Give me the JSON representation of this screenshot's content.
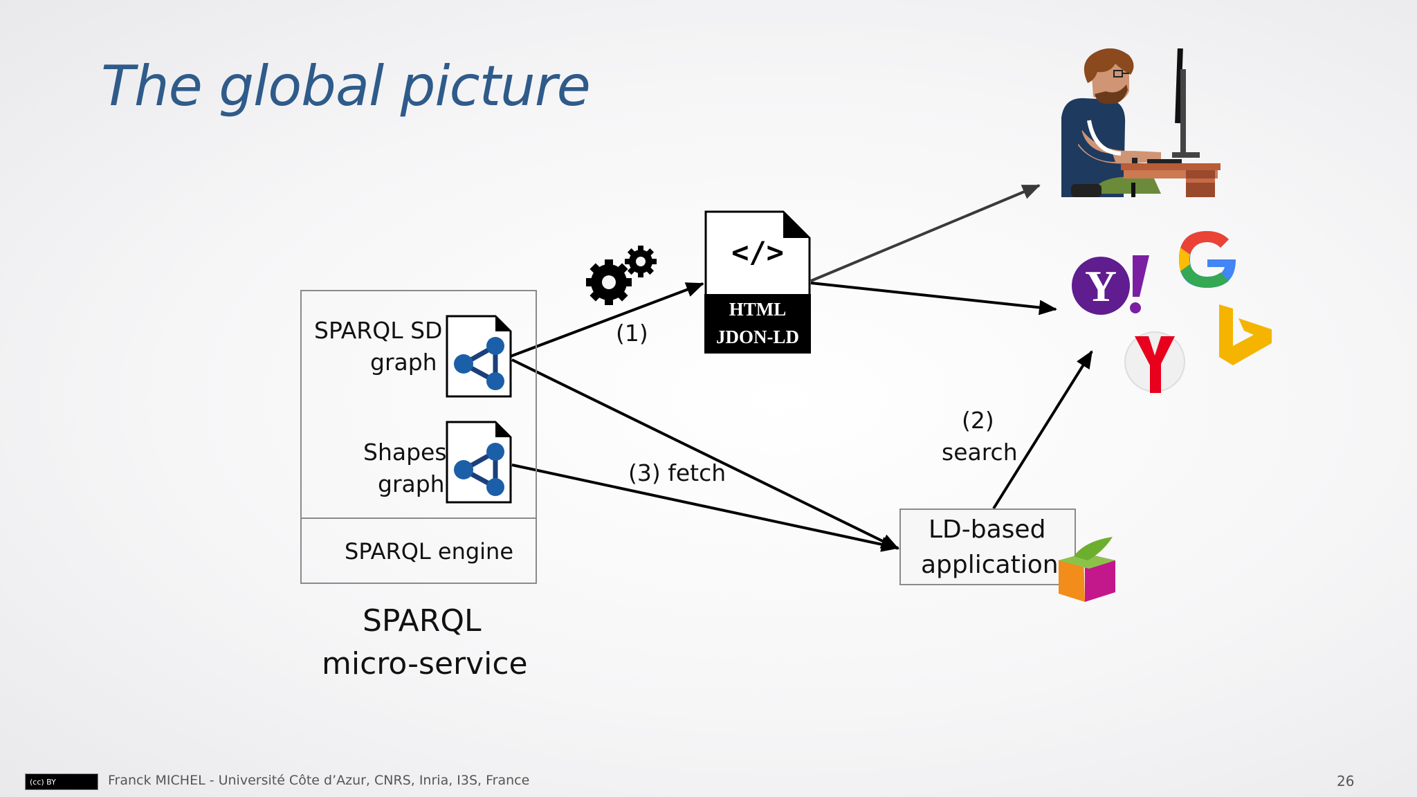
{
  "slide": {
    "title": "The global picture",
    "page_number": "26",
    "footer": "Franck MICHEL - Université Côte d’Azur, CNRS, Inria, I3S, France",
    "license_badge": "(cc) BY"
  },
  "service": {
    "sd_graph_line1": "SPARQL SD",
    "sd_graph_line2": "graph",
    "shapes_graph_line1": "Shapes",
    "shapes_graph_line2": "graph",
    "engine_label": "SPARQL engine",
    "caption_line1": "SPARQL",
    "caption_line2": "micro-service"
  },
  "output_doc": {
    "code_symbol": "</>",
    "format_line1": "HTML",
    "format_line2": "JDON-LD"
  },
  "steps": {
    "step1": "(1)",
    "step2_line1": "(2)",
    "step2_line2": "search",
    "step3": "(3) fetch"
  },
  "application": {
    "line1": "LD-based",
    "line2": "application"
  },
  "icons": {
    "gears": "gears-icon",
    "rdf_graph": "rdf-graph-icon",
    "user": "user-at-computer-icon",
    "search_engines": [
      "yahoo-logo",
      "google-logo",
      "yandex-logo",
      "bing-logo"
    ],
    "app_logo": "cube-logo"
  }
}
